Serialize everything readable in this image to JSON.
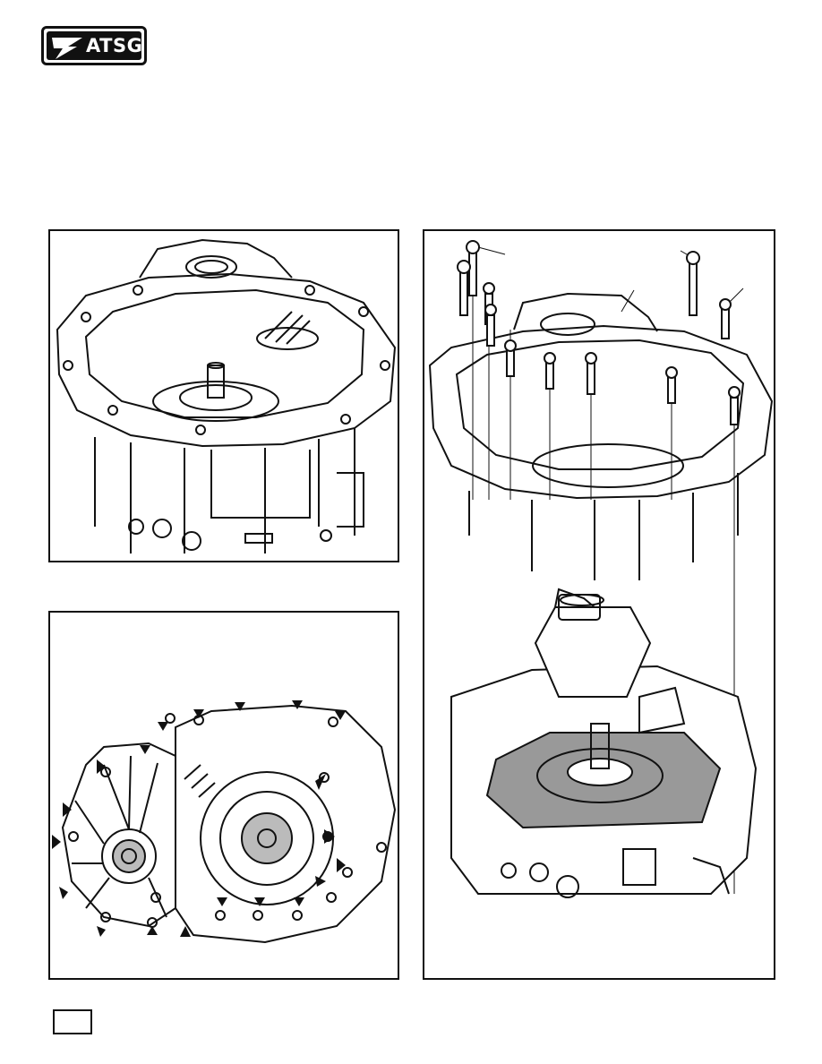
{
  "header": {
    "logo_text": "ATSG",
    "logo_icon": "atsg-wing-icon"
  },
  "figures": [
    {
      "id": "fig-a",
      "icon": "transmission-case-icon"
    },
    {
      "id": "fig-b",
      "icon": "case-bolt-pattern-icon"
    },
    {
      "id": "fig-c",
      "icon": "exploded-bolt-view-icon"
    }
  ],
  "footer": {
    "page_number": ""
  }
}
